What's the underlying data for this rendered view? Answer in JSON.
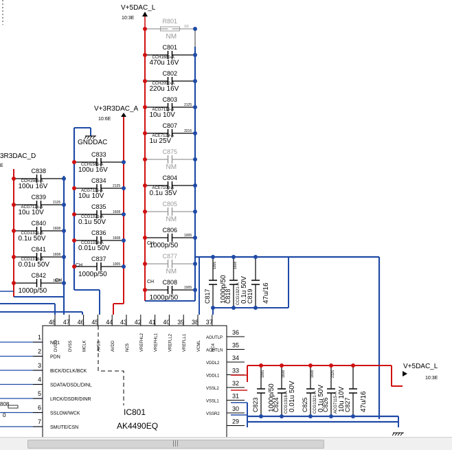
{
  "nets": {
    "v5dac_top": "V+5DAC_L",
    "v5dac_top_ref": "10:3E",
    "v3r3dac_a": "V+3R3DAC_A",
    "v3r3dac_a_ref": "10:6E",
    "v3r3dac_d": "3R3DAC_D",
    "v3r3dac_d_ref": "E",
    "gnddac": "GNDDAC",
    "v5dac_right": "V+5DAC_L",
    "v5dac_right_ref": "10:3E"
  },
  "ic": {
    "ref": "IC801",
    "part": "AK4490EQ"
  },
  "top_column": [
    {
      "ref": "R801",
      "part": "",
      "value": "NM",
      "pkg": "SR",
      "gray": true
    },
    {
      "ref": "C801",
      "part": "CCH1680-A",
      "value": "470u 16V",
      "pkg": "",
      "gray": false
    },
    {
      "ref": "C802",
      "part": "CCH2090-A",
      "value": "220u 16V",
      "pkg": "",
      "gray": false
    },
    {
      "ref": "C803",
      "part": "ACG7115-A",
      "value": "10u 10V",
      "pkg": "2125",
      "gray": false
    },
    {
      "ref": "C807",
      "part": "ACE7129-A",
      "value": "1u 25V",
      "pkg": "3216",
      "gray": false
    },
    {
      "ref": "C875",
      "part": "",
      "value": "NM",
      "pkg": "",
      "gray": true
    },
    {
      "ref": "C804",
      "part": "ACE7100-A",
      "value": "0.1u 35V",
      "pkg": "",
      "gray": false
    },
    {
      "ref": "C805",
      "part": "",
      "value": "NM",
      "pkg": "",
      "gray": true
    },
    {
      "ref": "C806",
      "part": "",
      "value": "1000p/50",
      "pkg": "1005",
      "gray": false
    },
    {
      "ref": "C877",
      "part": "",
      "value": "NM",
      "pkg": "",
      "gray": true
    },
    {
      "ref": "C808",
      "part": "",
      "value": "1000p/50",
      "pkg": "1005",
      "gray": false
    }
  ],
  "mid_column": [
    {
      "ref": "C833",
      "part": "CCH1565-A",
      "value": "100u 16V",
      "pkg": ""
    },
    {
      "ref": "C834",
      "part": "ACG7115-A",
      "value": "10u 10V",
      "pkg": "2125"
    },
    {
      "ref": "C835",
      "part": "CCG1321-A",
      "value": "0.1u 50V",
      "pkg": "1608"
    },
    {
      "ref": "C836",
      "part": "CCG1318-A",
      "value": "0.01u 50V",
      "pkg": "1608"
    },
    {
      "ref": "C837",
      "part": "",
      "value": "1000p/50",
      "pkg": "1005"
    }
  ],
  "left_column": [
    {
      "ref": "C838",
      "part": "CCH1565-A",
      "value": "100u 16V",
      "pkg": ""
    },
    {
      "ref": "C839",
      "part": "ACG7115-A",
      "value": "10u 10V",
      "pkg": "2125"
    },
    {
      "ref": "C840",
      "part": "CCG1321-A",
      "value": "0.1u 50V",
      "pkg": "1608"
    },
    {
      "ref": "C841",
      "part": "CCG1318-A",
      "value": "0.01u 50V",
      "pkg": "1608"
    },
    {
      "ref": "C842",
      "part": "",
      "value": "1000p/50",
      "pkg": "1005"
    }
  ],
  "vertical_caps_mid": [
    {
      "ref": "C817",
      "value": "1000p/50",
      "part": "",
      "pkg": "1005"
    },
    {
      "ref": "C818",
      "value": "0.1u 50V",
      "part": "CCG1321-A",
      "pkg": "1608"
    },
    {
      "ref": "C819",
      "value": "47u/16",
      "part": "",
      "pkg": ""
    }
  ],
  "vertical_caps_bottom": [
    {
      "ref": "C823",
      "value": "1000p/50",
      "part": "",
      "pkg": "1005"
    },
    {
      "ref": "C824",
      "value": "0.01u 50V",
      "part": "CCG1318-A",
      "pkg": "1608"
    },
    {
      "ref": "C825",
      "value": "0.1u 50V",
      "part": "CCG1321-A",
      "pkg": "1608"
    },
    {
      "ref": "C826",
      "value": "10u 10V",
      "part": "ACG7115-A",
      "pkg": "2125"
    },
    {
      "ref": "C827",
      "value": "47u/16",
      "part": "",
      "pkg": ""
    }
  ],
  "top_pins": [
    {
      "num": "48",
      "name": "DVDD"
    },
    {
      "num": "47",
      "name": "DVSS"
    },
    {
      "num": "46",
      "name": "MCLK"
    },
    {
      "num": "45",
      "name": "AVSS"
    },
    {
      "num": "44",
      "name": "AVDD"
    },
    {
      "num": "43",
      "name": "NC5"
    },
    {
      "num": "42",
      "name": "VREFHL2"
    },
    {
      "num": "41",
      "name": "VREFHL1"
    },
    {
      "num": "40",
      "name": "VREFLL2"
    },
    {
      "num": "39",
      "name": "VREFLL1"
    },
    {
      "num": "38",
      "name": "VCML"
    },
    {
      "num": "37",
      "name": "NC4"
    }
  ],
  "left_pins": [
    {
      "num": "1",
      "name": "NC1"
    },
    {
      "num": "2",
      "name": "PDN"
    },
    {
      "num": "3",
      "name": "BICK/DCLK/BCK"
    },
    {
      "num": "4",
      "name": "SDATA/DSDL/DINL"
    },
    {
      "num": "5",
      "name": "LRCK/DSDR/DINR"
    },
    {
      "num": "6",
      "name": "SSLOW/WCK"
    },
    {
      "num": "7",
      "name": "SMUTE/CSN"
    }
  ],
  "right_pins": [
    {
      "num": "36",
      "name": "AOUTLP"
    },
    {
      "num": "35",
      "name": "AOUTLN"
    },
    {
      "num": "34",
      "name": "VDDL2"
    },
    {
      "num": "33",
      "name": "VDDL1"
    },
    {
      "num": "32",
      "name": "VSSL2"
    },
    {
      "num": "31",
      "name": "VSSL1"
    },
    {
      "num": "30",
      "name": "VSSR2"
    },
    {
      "num": "29",
      "name": ""
    }
  ],
  "misc": {
    "ch": "CH",
    "left_net_fragment": "808",
    "left_val_fragment": "0"
  }
}
